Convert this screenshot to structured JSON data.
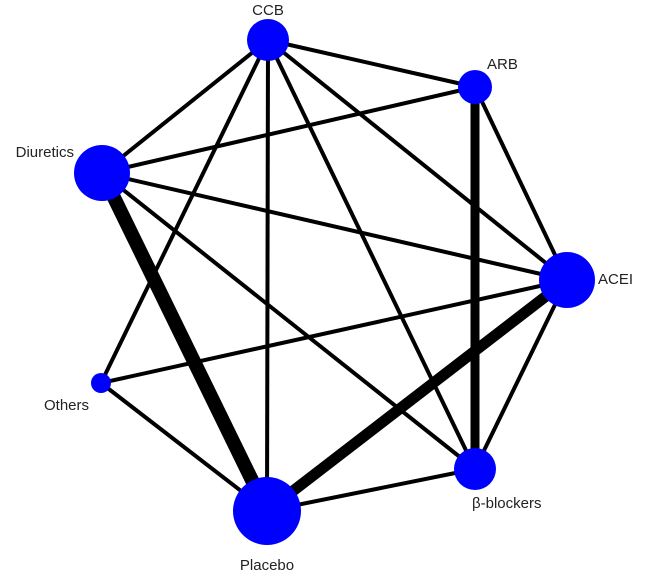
{
  "diagram": {
    "type": "network-meta-analysis",
    "colors": {
      "node": "#0000ff",
      "edge": "#000000",
      "label": "#222222",
      "background": "#ffffff"
    },
    "nodes": [
      {
        "id": "ccb",
        "label": "CCB",
        "size": 2
      },
      {
        "id": "arb",
        "label": "ARB",
        "size": 1
      },
      {
        "id": "diuretics",
        "label": "Diuretics",
        "size": 3
      },
      {
        "id": "acei",
        "label": "ACEI",
        "size": 3
      },
      {
        "id": "others",
        "label": "Others",
        "size": 0
      },
      {
        "id": "bblockers",
        "label": "β-blockers",
        "size": 2
      },
      {
        "id": "placebo",
        "label": "Placebo",
        "size": 4
      }
    ],
    "edges": [
      {
        "from": "ccb",
        "to": "arb",
        "weight": 1
      },
      {
        "from": "ccb",
        "to": "diuretics",
        "weight": 1
      },
      {
        "from": "ccb",
        "to": "acei",
        "weight": 1
      },
      {
        "from": "ccb",
        "to": "others",
        "weight": 1
      },
      {
        "from": "ccb",
        "to": "bblockers",
        "weight": 1
      },
      {
        "from": "ccb",
        "to": "placebo",
        "weight": 1
      },
      {
        "from": "arb",
        "to": "diuretics",
        "weight": 1
      },
      {
        "from": "arb",
        "to": "acei",
        "weight": 1
      },
      {
        "from": "arb",
        "to": "bblockers",
        "weight": 3
      },
      {
        "from": "diuretics",
        "to": "acei",
        "weight": 1
      },
      {
        "from": "diuretics",
        "to": "bblockers",
        "weight": 1
      },
      {
        "from": "diuretics",
        "to": "placebo",
        "weight": 5
      },
      {
        "from": "acei",
        "to": "others",
        "weight": 1
      },
      {
        "from": "acei",
        "to": "bblockers",
        "weight": 1
      },
      {
        "from": "acei",
        "to": "placebo",
        "weight": 4
      },
      {
        "from": "others",
        "to": "placebo",
        "weight": 1
      },
      {
        "from": "bblockers",
        "to": "placebo",
        "weight": 1
      }
    ]
  }
}
